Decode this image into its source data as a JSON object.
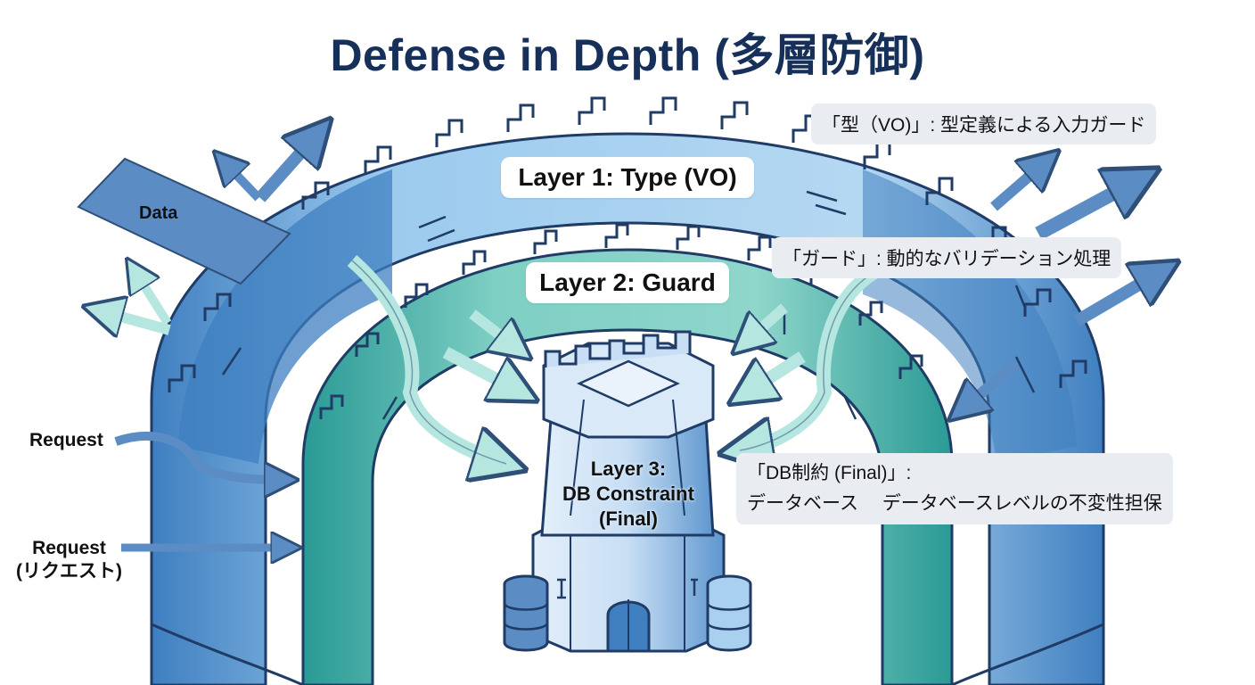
{
  "title": "Defense in Depth (多層防御)",
  "layers": {
    "layer1": "Layer 1: Type (VO)",
    "layer2": "Layer 2: Guard",
    "layer3_lines": [
      "Layer 3:",
      "DB Constraint",
      "(Final)"
    ]
  },
  "callouts": {
    "type": "「型（VO)」: 型定義による入力ガード",
    "guard": "「ガード」: 動的なバリデーション処理",
    "db_line1": "「DB制約 (Final)」:",
    "db_line2": "データベース　 データベースレベルの不変性担保"
  },
  "labels": {
    "data": "Data",
    "request": "Request",
    "request_en": "Request",
    "request_ja": "(リクエスト)"
  },
  "colors": {
    "title": "#16305a",
    "outer_wall": "#a9d0ef",
    "outer_wall_dark": "#3f7fc0",
    "inner_wall": "#7fcfc4",
    "inner_wall_dark": "#2a9a95",
    "tower": "#cfe4f7",
    "arrow_blue": "#5b8dc4",
    "arrow_teal": "#b6e6e0",
    "callout_bg": "#e9edf2"
  }
}
